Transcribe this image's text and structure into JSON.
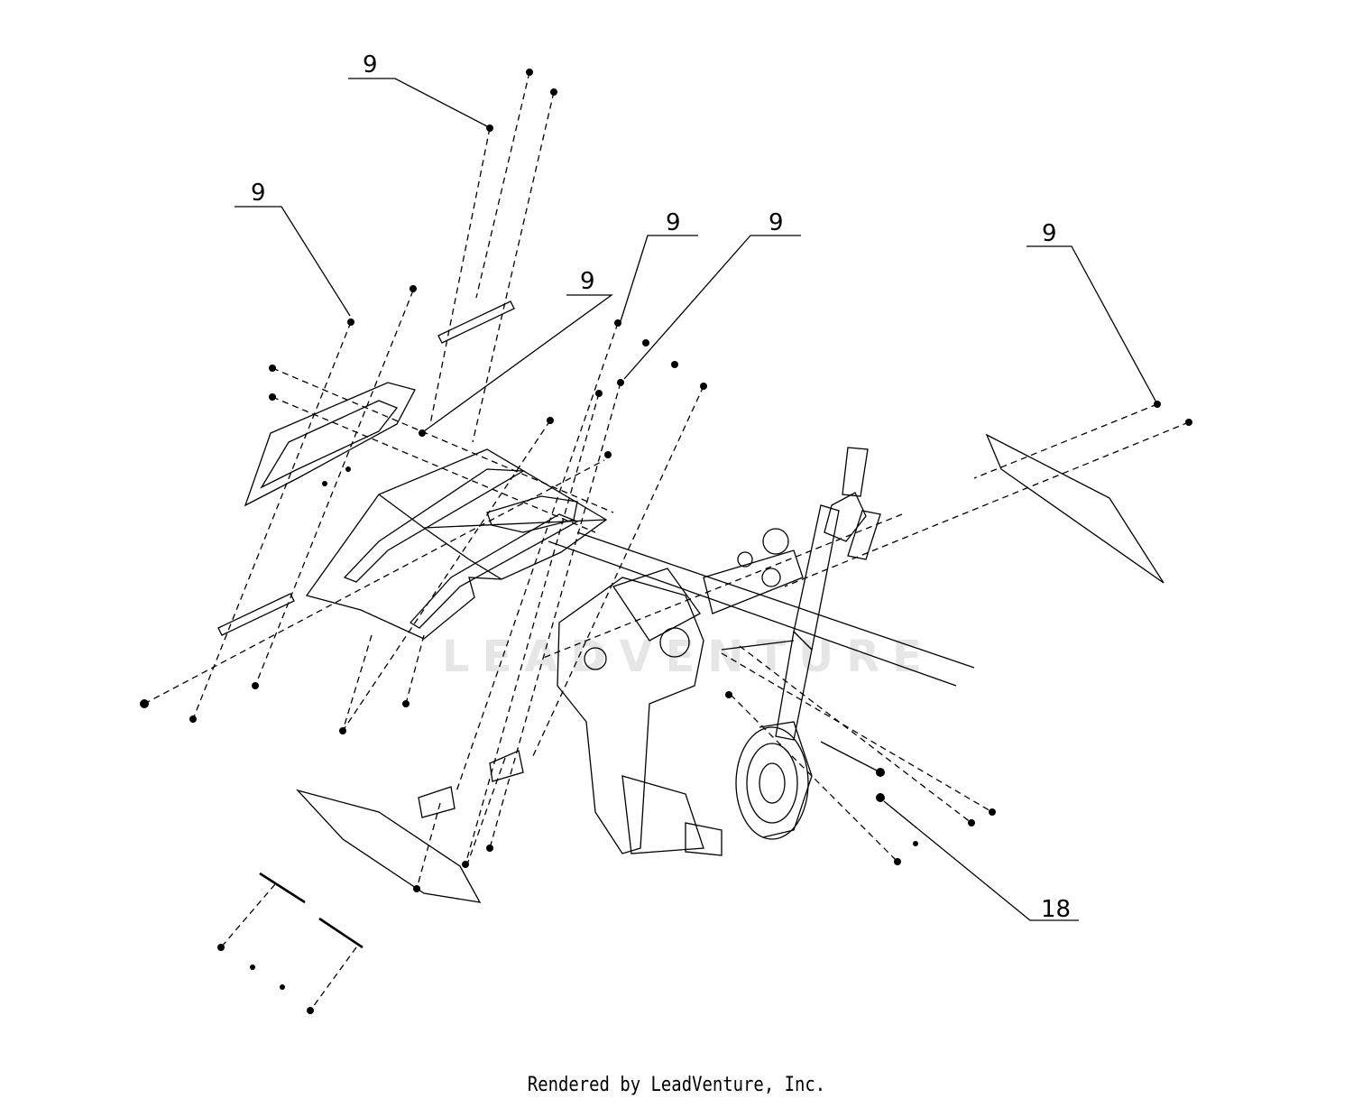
{
  "callouts": [
    {
      "label": "9"
    },
    {
      "label": "9"
    },
    {
      "label": "9"
    },
    {
      "label": "9"
    },
    {
      "label": "9"
    },
    {
      "label": "9"
    },
    {
      "label": "18"
    }
  ],
  "watermark": "LEADVENTURE",
  "credit": "Rendered by LeadVenture, Inc."
}
